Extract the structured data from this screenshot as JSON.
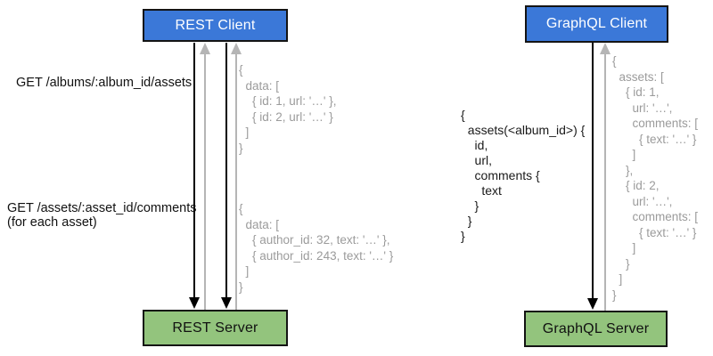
{
  "diagram": {
    "rest": {
      "client_label": "REST Client",
      "server_label": "REST Server",
      "request1_label": "GET /albums/:album_id/assets",
      "request2_label": "GET /assets/:asset_id/comments\n(for each asset)",
      "response1_code": "{\n  data: [\n    { id: 1, url: '…' },\n    { id: 2, url: '…' }\n  ]\n}",
      "response2_code": "{\n  data: [\n    { author_id: 32, text: '…' },\n    { author_id: 243, text: '…' }\n  ]\n}"
    },
    "graphql": {
      "client_label": "GraphQL Client",
      "server_label": "GraphQL Server",
      "query_code": "{\n  assets(<album_id>) {\n    id,\n    url,\n    comments {\n      text\n    }\n  }\n}",
      "response_code": "{\n  assets: [\n    { id: 1,\n      url: '…',\n      comments: [\n        { text: '…' }\n      ]\n    },\n    { id: 2,\n      url: '…',\n      comments: [\n        { text: '…' }\n      ]\n    }\n  ]\n}"
    },
    "colors": {
      "client_box_fill": "#3b78d8",
      "server_box_fill": "#93c47d",
      "box_border": "#141414",
      "client_text": "#ffffff",
      "server_text": "#111111",
      "request_arrow": "#000000",
      "response_arrow": "#b5b5b5",
      "response_code_text": "#9b9b9b",
      "label_text": "#111111"
    }
  }
}
